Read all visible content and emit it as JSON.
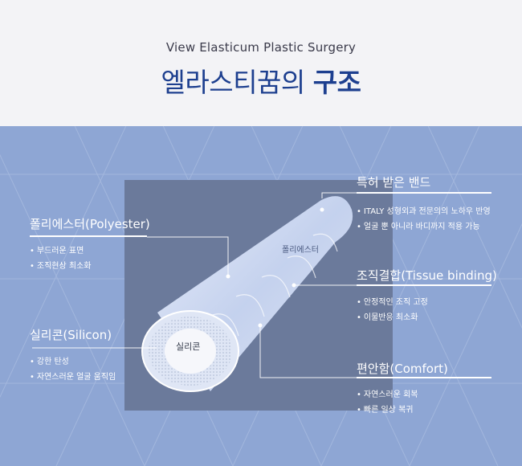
{
  "header": {
    "subtitle": "View Elasticum Plastic Surgery",
    "title_main": "엘라스티꿈의",
    "title_bold": "구조"
  },
  "diagram": {
    "inner_tags": {
      "polyester_tag": "폴리에스터",
      "silicon_core_tag": "실리콘"
    },
    "left": [
      {
        "heading": "폴리에스터(Polyester)",
        "bullets": [
          "부드러운 표면",
          "조직현상 최소화"
        ]
      },
      {
        "heading": "실리콘(Silicon)",
        "bullets": [
          "강한 탄성",
          "자연스러운 얼굴 움직임"
        ]
      }
    ],
    "right": [
      {
        "heading": "특허 받은 밴드",
        "bullets": [
          "ITALY 성형외과 전문의의 노하우 반영",
          "얼굴 뿐 아니라 바디까지 적용 가능"
        ]
      },
      {
        "heading": "조직결합(Tissue binding)",
        "bullets": [
          "안정적인 조직 고정",
          "이물반응 최소화"
        ]
      },
      {
        "heading": "편안함(Comfort)",
        "bullets": [
          "자연스러운 회복",
          "빠른 일상 복귀"
        ]
      }
    ],
    "colors": {
      "background": "#8ea6d4",
      "panel": "#6b7a9b",
      "title": "#1d3f8f"
    }
  }
}
